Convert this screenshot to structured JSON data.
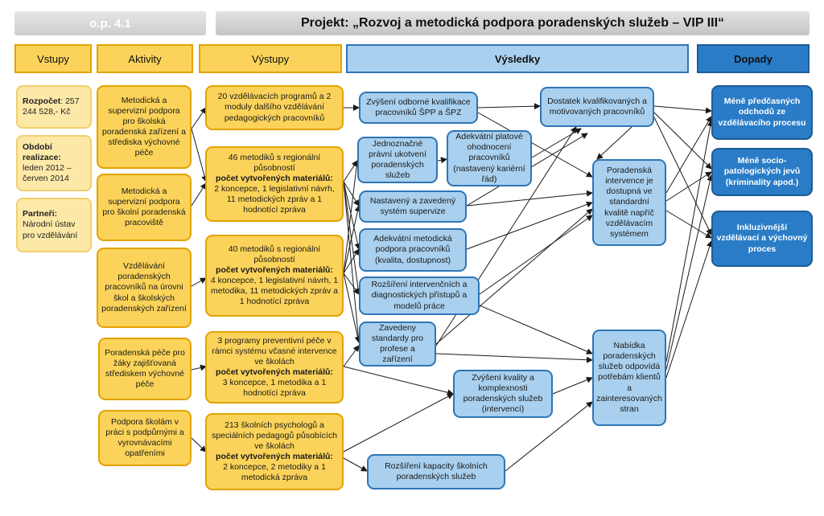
{
  "header": {
    "left": "o.p. 4.1",
    "right": "Projekt: „Rozvoj a metodická podpora poradenských služeb – VIP III“"
  },
  "columns": {
    "vstupy": "Vstupy",
    "aktivity": "Aktivity",
    "vystupy": "Výstupy",
    "vysledky": "Výsledky",
    "dopady": "Dopady"
  },
  "inputs": {
    "rozpocet_label": "Rozpočet",
    "rozpocet_value": ": 257 244 528,- Kč",
    "obdobi_label": "Období realizace:",
    "obdobi_value": "leden 2012 – červen 2014",
    "partneri_label": "Partneři:",
    "partneri_value": "Národní ústav pro vzdělávání"
  },
  "activities": [
    "Metodická a supervizní podpora pro školská poradenská zařízení a střediska výchovné péče",
    "Metodická a supervizní podpora pro školní poradenská pracoviště",
    "Vzdělávání poradenských pracovníků na úrovni škol a školských poradenských zařízení",
    "Poradenská péče pro žáky zajišťovaná střediskem výchovné péče",
    "Podpora školám v práci s podpůrnými a vyrovnávacími opatřeními"
  ],
  "outputs": {
    "o1": "20 vzdělávacích programů a 2 moduly dalšího vzdělávání pedagogických pracovníků",
    "o2_text": "46 metodiků s regionální působností",
    "o2_bold": "počet vytvořených materiálů:",
    "o2_detail": "2 koncepce, 1 legislativní návrh, 11 metodických zpráv a 1 hodnotící zpráva",
    "o3_text": "40 metodiků s regionální působností",
    "o3_bold": "počet vytvořených materiálů:",
    "o3_detail": "4 koncepce, 1 legislativní návrh, 1 metodika, 11 metodických zpráv a 1 hodnotící zpráva",
    "o4_text": "3 programy preventivní péče v rámci systému včasné intervence ve školách",
    "o4_bold": "počet vytvořených materiálů:",
    "o4_detail": "3 koncepce, 1 metodika a 1 hodnotící zpráva",
    "o5_text": "213 školních psychologů a speciálních pedagogů působících ve školách",
    "o5_bold": "počet vytvořených materiálů:",
    "o5_detail": "2 koncepce, 2 metodiky a 1 metodická zpráva"
  },
  "results": {
    "r1": "Zvýšení odborné kvalifikace pracovníků ŠPP a ŠPZ",
    "r2": "Jednoznačné právní ukotvení poradenských služeb",
    "r3": "Adekvátní platové ohodnocení pracovníků (nastavený kariérní řád)",
    "r4": "Nastavený a zavedený systém supervize",
    "r5": "Adekvátní metodická podpora pracovníků (kvalita, dostupnost)",
    "r6": "Rozšíření intervenčních a diagnostických přístupů a modelů práce",
    "r7": "Zavedeny standardy pro profese a zařízení",
    "r8": "Zvýšení kvality a komplexnosti poradenských služeb (intervencí)",
    "r9": "Rozšíření kapacity školních poradenských služeb",
    "r10": "Dostatek kvalifikovaných a motivovaných pracovníků",
    "r11": "Poradenská intervence je dostupná ve standardní kvalitě napříč vzdělávacím systémem",
    "r12": "Nabídka poradenských služeb odpovídá potřebám klientů a zainteresovaných stran"
  },
  "impacts": [
    "Méně předčasných odchodů ze vzdělávacího procesu",
    "Méně socio-patologických jevů (kriminality apod.)",
    "Inkluzivnější vzdělávací a výchovný proces"
  ],
  "colors": {
    "yellow_fill": "#fbd35a",
    "yellow_border": "#e2a300",
    "input_fill": "#fde9a7",
    "blue_fill": "#a9d0ee",
    "blue_border": "#2e75b6",
    "dark_blue": "#2a7cc7",
    "arrow": "#1a1a1a"
  }
}
